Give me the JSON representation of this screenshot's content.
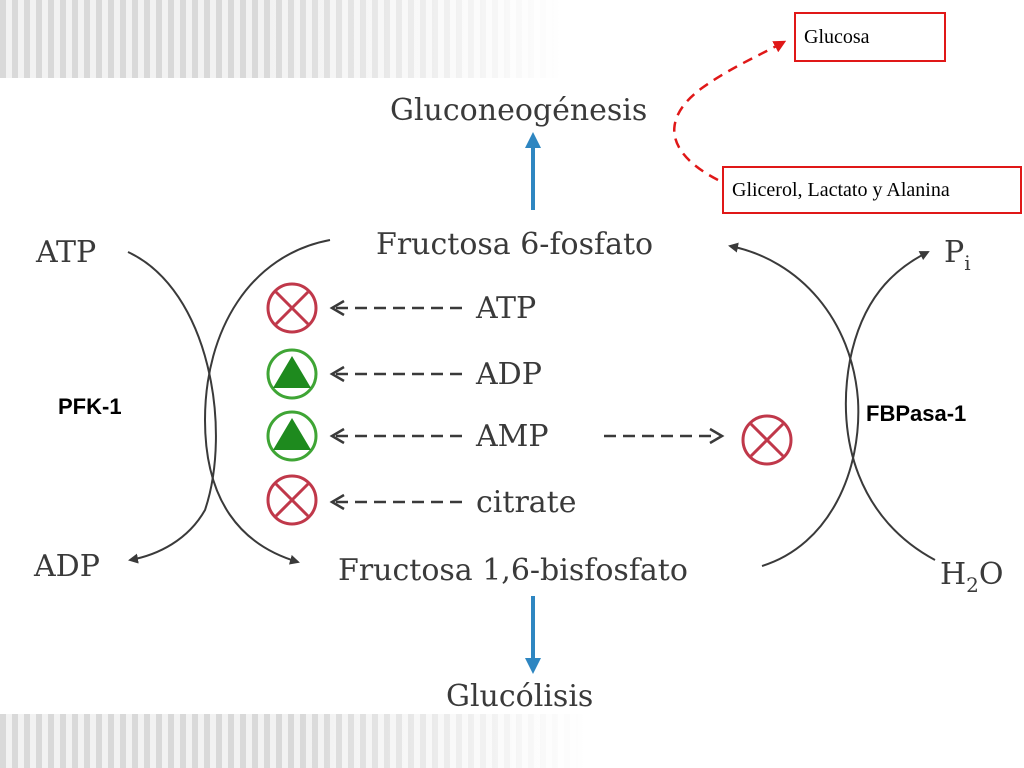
{
  "labels": {
    "gluconeogenesis": "Gluconeogénesis",
    "f6p": "Fructosa 6-fosfato",
    "f16bp": "Fructosa 1,6-bisfosfato",
    "glycolysis": "Glucólisis",
    "atp_left": "ATP",
    "adp_left": "ADP",
    "pi_main": "P",
    "pi_sub": "i",
    "h2o_h": "H",
    "h2o_sub": "2",
    "h2o_o": "O"
  },
  "regulators": [
    {
      "name": "ATP",
      "effect": "inhibit"
    },
    {
      "name": "ADP",
      "effect": "activate"
    },
    {
      "name": "AMP",
      "effect": "activate"
    },
    {
      "name": "citrate",
      "effect": "inhibit"
    }
  ],
  "callouts": {
    "glucosa": "Glucosa",
    "precursors": "Glicerol, Lactato y Alanina"
  },
  "enzymes": {
    "pfk": "PFK-1",
    "fbpase": "FBPasa-1"
  },
  "colors": {
    "inhibit_ring": "#c0384a",
    "activate_ring": "#3fa535",
    "activate_fill": "#1e8a1e",
    "flow_arrow": "#2e86c1",
    "callout_border": "#e01818",
    "curve": "#3a3a3a"
  }
}
